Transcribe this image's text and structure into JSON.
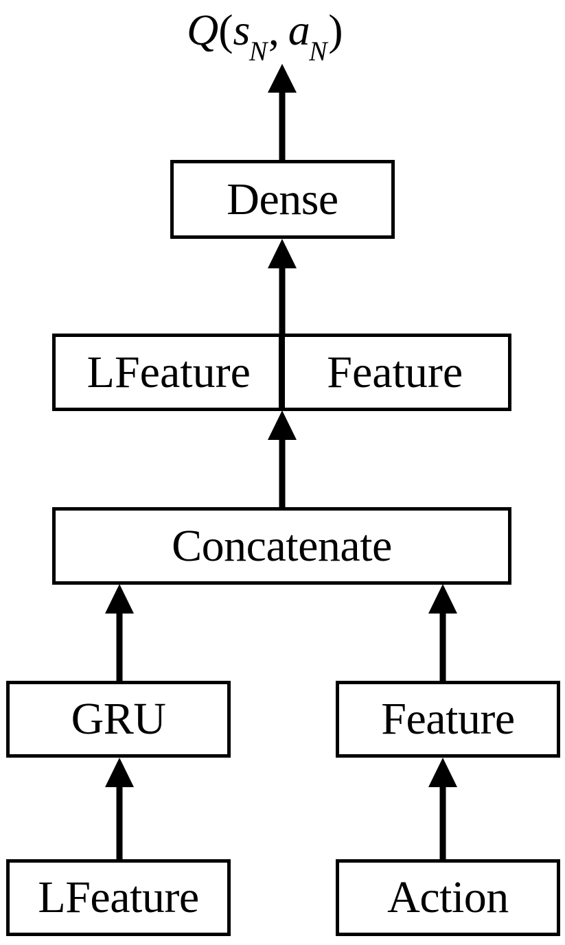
{
  "diagram": {
    "type": "flowchart",
    "orientation": "bottom-up",
    "title_formula": {
      "q": "Q",
      "open_paren": "(",
      "state_symbol": "s",
      "state_subscript": "N",
      "comma": ",",
      "action_symbol": "a",
      "action_subscript": "N",
      "close_paren": ")",
      "plain_text": "Q(s_N, a_N)"
    },
    "colors": {
      "stroke": "#000000",
      "fill": "#ffffff",
      "text": "#000000"
    },
    "nodes": [
      {
        "id": "output",
        "label": "Q(s_N, a_N)",
        "kind": "formula-label"
      },
      {
        "id": "dense",
        "label": "Dense",
        "kind": "box"
      },
      {
        "id": "lfeature-feature",
        "kind": "split-box",
        "left_label": "LFeature",
        "right_label": "Feature"
      },
      {
        "id": "concatenate",
        "label": "Concatenate",
        "kind": "box"
      },
      {
        "id": "gru",
        "label": "GRU",
        "kind": "box"
      },
      {
        "id": "feature",
        "label": "Feature",
        "kind": "box"
      },
      {
        "id": "lfeature",
        "label": "LFeature",
        "kind": "box"
      },
      {
        "id": "action",
        "label": "Action",
        "kind": "box"
      }
    ],
    "edges": [
      {
        "from": "dense",
        "to": "output",
        "style": "arrow-up"
      },
      {
        "from": "lfeature-feature",
        "to": "dense",
        "style": "arrow-up"
      },
      {
        "from": "concatenate",
        "to": "lfeature-feature",
        "style": "arrow-up"
      },
      {
        "from": "gru",
        "to": "concatenate",
        "style": "arrow-up"
      },
      {
        "from": "feature",
        "to": "concatenate",
        "style": "arrow-up"
      },
      {
        "from": "lfeature",
        "to": "gru",
        "style": "arrow-up"
      },
      {
        "from": "action",
        "to": "feature",
        "style": "arrow-up"
      }
    ]
  }
}
